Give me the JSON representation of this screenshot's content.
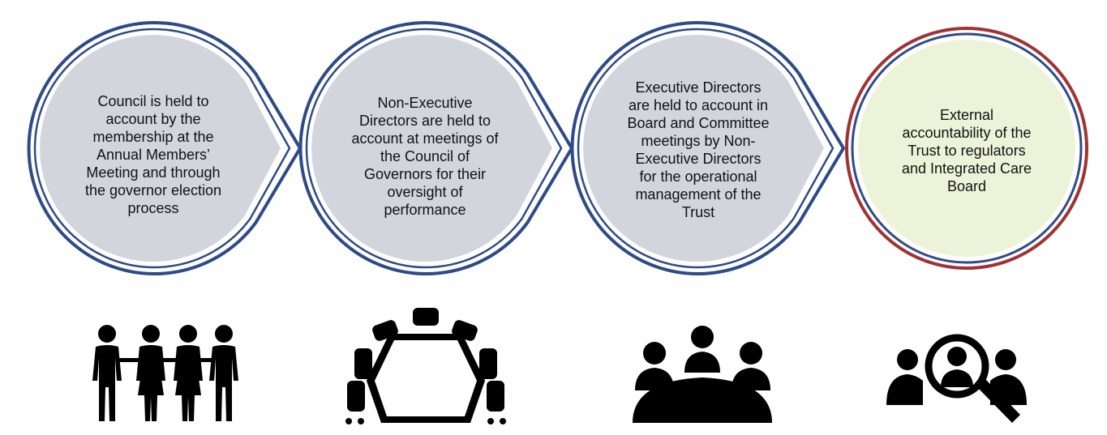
{
  "colors": {
    "ring_blue": "#2e4a87",
    "ring_red": "#a03234",
    "fill_grey": "#d3d5dc",
    "fill_green": "#edf3d9",
    "icon": "#000000"
  },
  "stages": [
    {
      "text": "Council is held to\naccount by the\nmembership at the\nAnnual Members’\nMeeting and through\nthe governor election\nprocess",
      "icon": "people-group-icon"
    },
    {
      "text": "Non-Executive\nDirectors are held to\naccount at meetings of\nthe Council of\nGovernors for their\noversight of\nperformance",
      "icon": "boardroom-table-icon"
    },
    {
      "text": "Executive Directors\nare held to account in\nBoard and Committee\nmeetings by Non-\nExecutive Directors\nfor the operational\nmanagement of the\nTrust",
      "icon": "meeting-icon"
    },
    {
      "text": "External\naccountability of the\nTrust to regulators\nand Integrated Care\nBoard",
      "icon": "magnifier-people-icon"
    }
  ]
}
